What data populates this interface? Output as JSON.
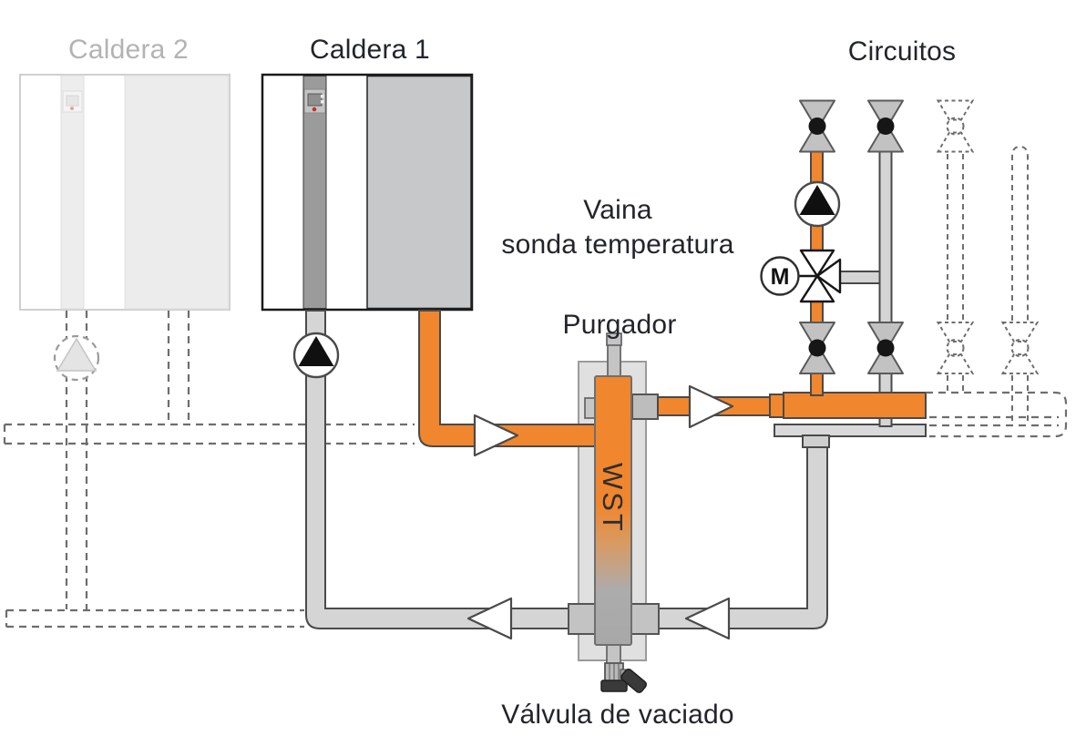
{
  "labels": {
    "boiler2": "Caldera 2",
    "boiler1": "Caldera 1",
    "circuits": "Circuitos",
    "probe_line1": "Vaina",
    "probe_line2": "sonda temperatura",
    "air_vent": "Purgador",
    "drain_valve": "Válvula de vaciado"
  },
  "separator": {
    "label": "WST"
  },
  "mixing_valve": {
    "motor_label": "M"
  },
  "colors": {
    "supply_orange": "#F0862D",
    "return_gray": "#D5D5D5",
    "outline_dark": "#4A4A4A",
    "dashed_gray": "#6E6E6E",
    "text_dark": "#22252B",
    "text_faded": "#B3B3B3"
  }
}
